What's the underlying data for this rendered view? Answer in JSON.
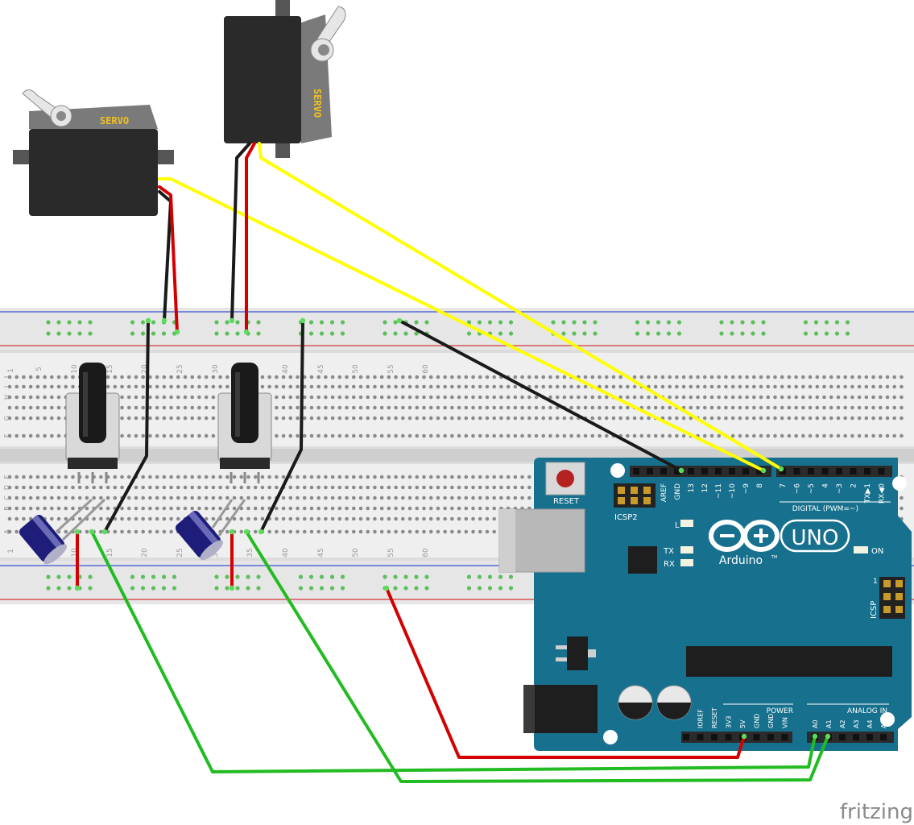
{
  "servo_left": {
    "label": "SERVO"
  },
  "servo_top": {
    "label": "SERVO"
  },
  "breadboard": {
    "column_numbers": [
      "1",
      "5",
      "10",
      "15",
      "20",
      "25",
      "30",
      "35",
      "40",
      "45",
      "50",
      "55",
      "60"
    ],
    "row_letters_top": [
      "J",
      "I",
      "H",
      "G",
      "F"
    ],
    "row_letters_bottom": [
      "E",
      "D",
      "C",
      "B",
      "A"
    ]
  },
  "arduino": {
    "reset_label": "RESET",
    "icsp2_label": "ICSP2",
    "icsp_label": "ICSP",
    "icsp_pin1": "1",
    "aref_label": "AREF",
    "gnd_label": "GND",
    "digital_pins": [
      "13",
      "12",
      "~11",
      "~10",
      "~9",
      "8",
      "7",
      "~6",
      "~5",
      "4",
      "~3",
      "2",
      "TX▶1",
      "RX◀0"
    ],
    "digital_label": "DIGITAL (PWM=~)",
    "led_l": "L",
    "led_tx": "TX",
    "led_rx": "RX",
    "on_label": "ON",
    "brand": "Arduino",
    "tm": "TM",
    "model": "UNO",
    "power_label": "POWER",
    "power_pins": [
      "IOREF",
      "RESET",
      "3V3",
      "5V",
      "GND",
      "GND",
      "VIN"
    ],
    "analog_label": "ANALOG IN",
    "analog_pins": [
      "A0",
      "A1",
      "A2",
      "A3",
      "A4",
      "A5"
    ],
    "colors": {
      "board": "#17718e",
      "header": "#2b2b2b"
    }
  },
  "watermark": "fritzing",
  "wire_colors": {
    "black": "#1a1a1a",
    "red": "#d40000",
    "yellow": "#ffff00",
    "green": "#22bb22"
  }
}
